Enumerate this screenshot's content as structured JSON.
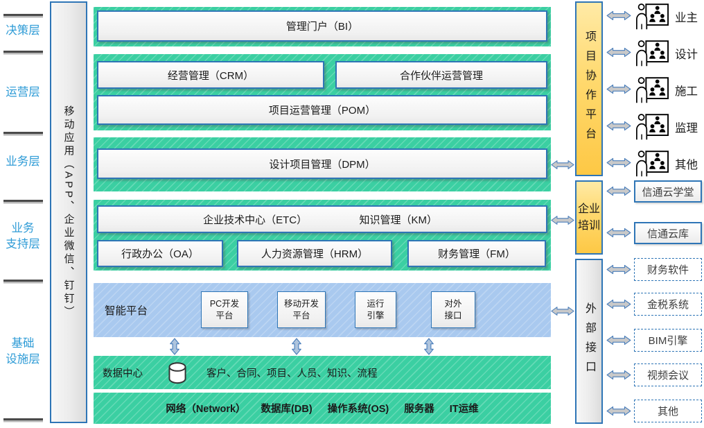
{
  "layer_labels": [
    {
      "line1": "决策层",
      "line2": ""
    },
    {
      "line1": "运营层",
      "line2": ""
    },
    {
      "line1": "业务层",
      "line2": ""
    },
    {
      "line1": "业务",
      "line2": "支持层"
    },
    {
      "line1": "基础",
      "line2": "设施层"
    }
  ],
  "mobile_bar_label": "移动应用（APP、企业微信、钉钉）",
  "main": {
    "portal": "管理门户（BI）",
    "crm": "经营管理（CRM）",
    "partner": "合作伙伴运营管理",
    "pom": "项目运营管理（POM）",
    "dpm": "设计项目管理（DPM）",
    "etc": "企业技术中心（ETC）",
    "km": "知识管理（KM）",
    "oa": "行政办公（OA）",
    "hrm": "人力资源管理（HRM）",
    "fm": "财务管理（FM）",
    "platform_label": "智能平台",
    "modules": [
      {
        "line1": "PC开发",
        "line2": "平台"
      },
      {
        "line1": "移动开发",
        "line2": "平台"
      },
      {
        "line1": "运行",
        "line2": "引擎"
      },
      {
        "line1": "对外",
        "line2": "接口"
      }
    ],
    "data_center_label": "数据中心",
    "data_center_items": "客户、合同、项目、人员、知识、流程",
    "infra_items": [
      "网络（Network）",
      "数据库(DB)",
      "操作系统(OS)",
      "服务器",
      "IT运维"
    ]
  },
  "bars": {
    "collab": "项目协作平台",
    "training": "企业培训",
    "external": "外部接口"
  },
  "stakeholders": [
    "业主",
    "设计",
    "施工",
    "监理",
    "其他"
  ],
  "training_targets": [
    "信通云学堂",
    "信通云库"
  ],
  "external_targets": [
    "财务软件",
    "金税系统",
    "BIM引擎",
    "视频会议",
    "其他"
  ],
  "colors": {
    "band_green": "#3bcfa2",
    "band_blue": "#a9c9ef",
    "bar_orange": "#fdc845",
    "accent_blue": "#2e75b6",
    "layer_label_blue": "#2e9bd6",
    "arrow_fill": "#c9c9c9",
    "arrow_stroke": "#4a7ebb"
  }
}
